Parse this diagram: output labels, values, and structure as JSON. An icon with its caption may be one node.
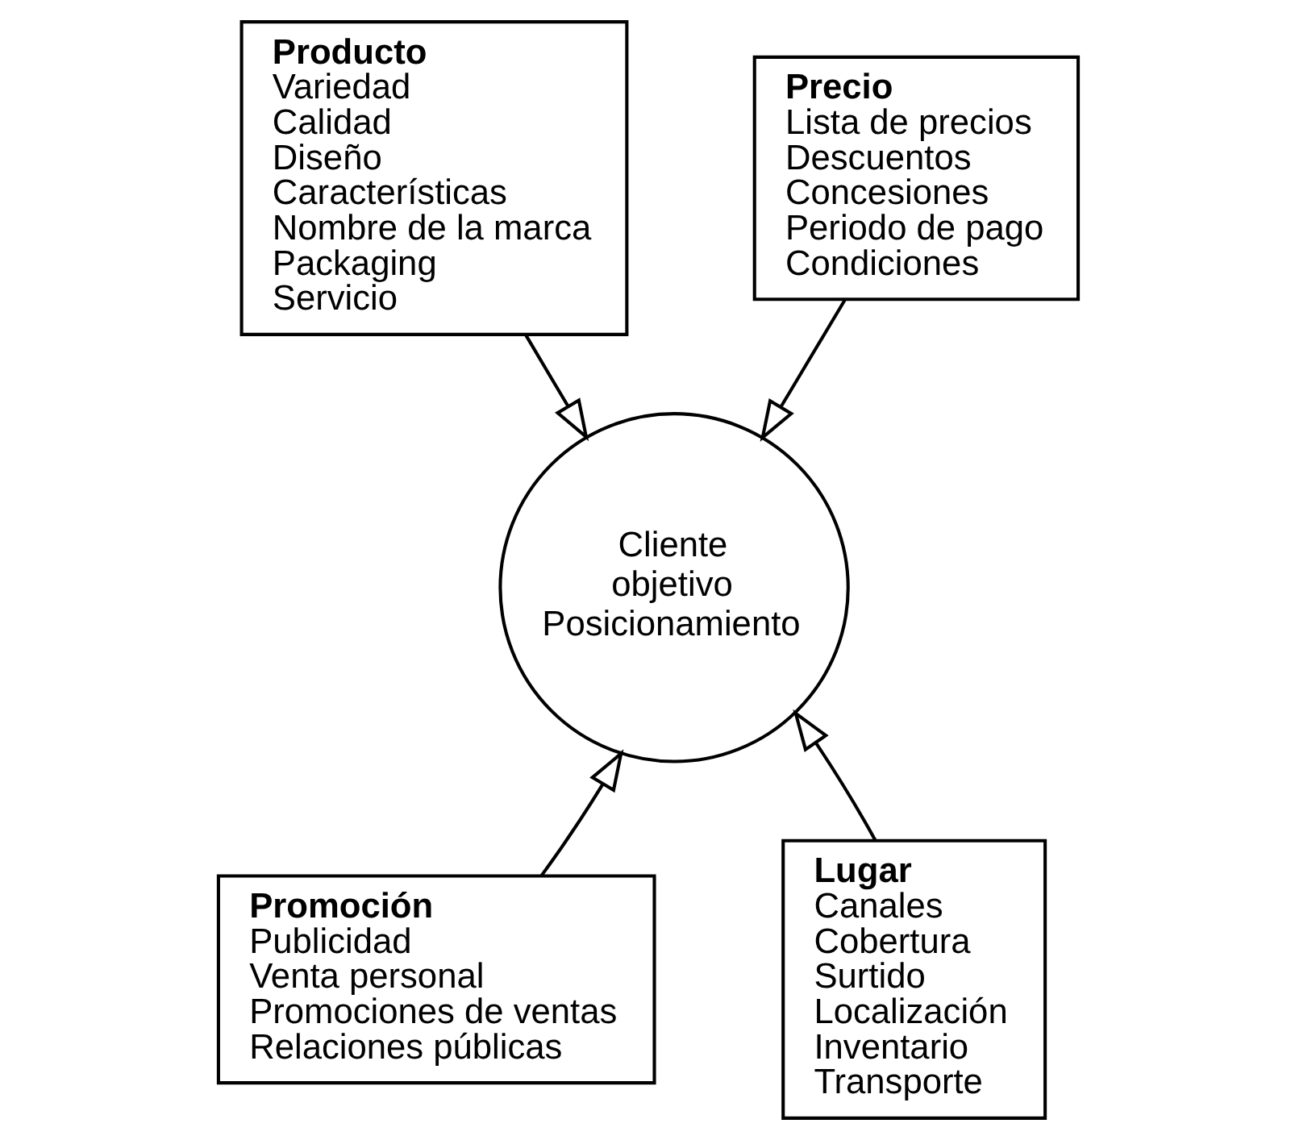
{
  "diagram": {
    "nodes": [
      {
        "text": [
          "Producto",
          "Variedad",
          "Calidad",
          "Diseño",
          "Características",
          "Nombre de la marca",
          "Packaging",
          "Servicio"
        ]
      },
      {
        "text": [
          "Precio",
          "Lista de precios",
          "Descuentos",
          "Concesiones",
          "Periodo de pago",
          "Condiciones"
        ]
      },
      {
        "text": [
          "Cliente objetivo Posicionamiento"
        ]
      },
      {
        "text": [
          "Promoción",
          "Publicidad",
          "Venta personal",
          "Promociones de ventas",
          "Relaciones públicas"
        ]
      },
      {
        "text": [
          "Lugar",
          "Canales",
          "Cobertura",
          "Surtido",
          "Localización",
          "Inventario",
          "Transporte"
        ]
      }
    ],
    "edges": [
      {
        "from": 0,
        "to": 2,
        "arrow": "to"
      },
      {
        "from": 1,
        "to": 2,
        "arrow": "to"
      },
      {
        "from": 3,
        "to": 2,
        "arrow": "to"
      },
      {
        "from": 4,
        "to": 2,
        "arrow": "to"
      }
    ]
  }
}
